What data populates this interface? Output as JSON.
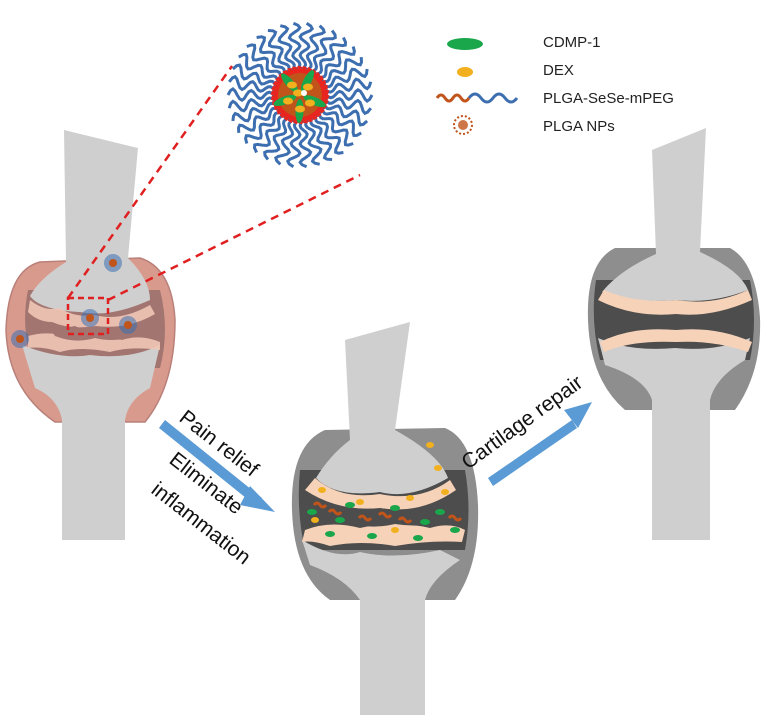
{
  "legend": {
    "items": [
      {
        "key": "cdmp",
        "label": "CDMP-1",
        "color": "#1aa64a"
      },
      {
        "key": "dex",
        "label": "DEX",
        "color": "#f2b01e"
      },
      {
        "key": "polymer",
        "label": "PLGA-SeSe-mPEG",
        "color": "#3d6fb0",
        "accent": "#c0541a"
      },
      {
        "key": "nps",
        "label": "PLGA NPs",
        "color": "#c0541a"
      }
    ]
  },
  "arrows": {
    "first": {
      "line1": "Pain relief",
      "line2": "Eliminate",
      "line3": "inflammation"
    },
    "second": {
      "label": "Cartilage repair"
    }
  },
  "colors": {
    "bone": "#cfcfcf",
    "inflamed_capsule": "#d99a8e",
    "inflamed_inner": "#a27570",
    "capsule": "#8e8e8e",
    "cartilage": "#f6d2b8",
    "joint_space": "#4d4d4d",
    "arrow": "#5b9bd5",
    "zoom_box": "#e02020"
  }
}
